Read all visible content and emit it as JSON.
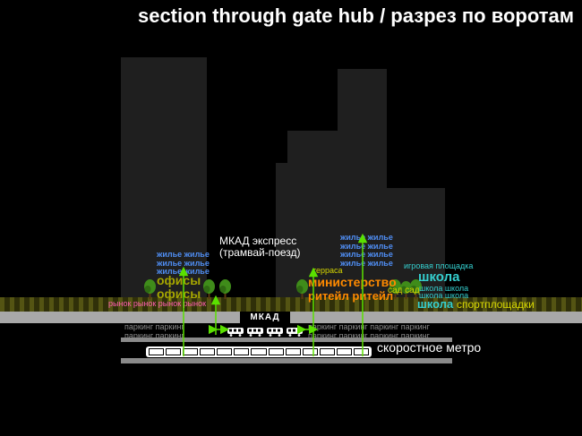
{
  "title": "section through gate hub / разрез по воротам",
  "colors": {
    "background": "#000000",
    "building_gray": "#1f1f1f",
    "residential_blue": "#4f8df2",
    "offices_olive": "#a6a600",
    "ministry_orange": "#ff8a00",
    "school_cyan": "#35cfcf",
    "landscape_yellow": "#d6d600",
    "market_pink": "#ff5fae",
    "parking_gray": "#8a8a8a",
    "arrow_green": "#5ae000",
    "road_gray": "#a8a8a8"
  },
  "labels": {
    "mkad_express_line1": "МКАД экспресс",
    "mkad_express_line2": "(трамвай-поезд)",
    "mkad": "МКАД",
    "metro": "скоростное метро",
    "market": "рынок рынок рынок рынок",
    "terrace": "терраса",
    "ministry": "министерство",
    "retail": "ритейл ритейл",
    "garden": "сад сад",
    "playground": "игровая площадка",
    "school_main": "школа",
    "school_rows": [
      "школа школа",
      "школа школа"
    ],
    "school_bottom": "школа",
    "sports": "спортплощадки",
    "offices_rows": [
      "офисы",
      "офисы"
    ],
    "residential_left_rows": [
      "жилье жилье",
      "жилье жилье",
      "жилье жилье"
    ],
    "residential_right_rows": [
      "жилье жилье",
      "жилье жилье",
      "жилье жилье",
      "жилье жилье"
    ],
    "parking_left_rows": [
      "паркинг паркинг",
      "паркинг паркинг"
    ],
    "parking_right_rows": [
      "паркинг паркинг паркинг паркинг",
      "паркинг паркинг паркинг паркинг"
    ]
  }
}
